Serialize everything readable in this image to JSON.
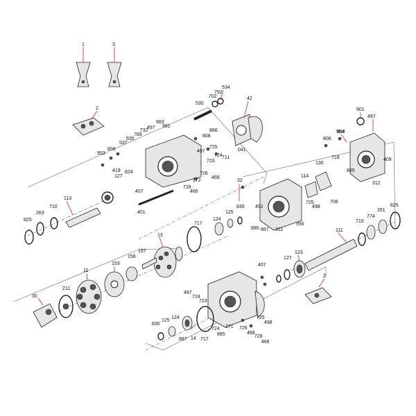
{
  "diagram": {
    "type": "exploded-parts-diagram",
    "callouts": [
      "1",
      "3",
      "2",
      "534",
      "792",
      "702",
      "530",
      "42",
      "901",
      "497",
      "983",
      "981",
      "732",
      "497",
      "789",
      "535",
      "537",
      "806",
      "886",
      "954",
      "953",
      "808",
      "725",
      "724",
      "711",
      "041",
      "806",
      "954",
      "130",
      "718",
      "885",
      "409",
      "312",
      "419",
      "127",
      "824",
      "726",
      "272",
      "723",
      "497",
      "468",
      "728",
      "466",
      "407",
      "401",
      "113",
      "263",
      "710",
      "825",
      "32",
      "125",
      "830",
      "492",
      "725",
      "498",
      "114",
      "706",
      "124",
      "717",
      "885",
      "887",
      "311",
      "956",
      "111",
      "710",
      "774",
      "261",
      "825",
      "13",
      "157",
      "156",
      "153",
      "11",
      "407",
      "127",
      "123",
      "211",
      "30",
      "497",
      "724",
      "723",
      "725",
      "498",
      "830",
      "125",
      "124",
      "887",
      "14",
      "717",
      "724",
      "271",
      "885",
      "726",
      "468",
      "728",
      "466",
      "2"
    ]
  }
}
